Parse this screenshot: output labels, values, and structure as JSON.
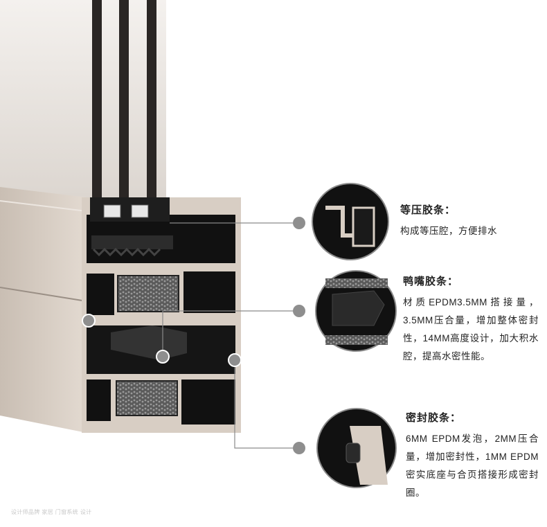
{
  "callouts": [
    {
      "title": "等压胶条：",
      "description": "构成等压腔，方便排水"
    },
    {
      "title": "鸭嘴胶条：",
      "description": "材质EPDM3.5MM搭接量，3.5MM压合量，增加整体密封性，14MM高度设计，加大积水腔，提高水密性能。"
    },
    {
      "title": "密封胶条：",
      "description": "6MM EPDM发泡，2MM压合量，增加密封性，1MM EPDM密实底座与合页搭接形成密封圈。"
    }
  ],
  "watermark": "设计师品牌 家居 门窗系统 设计",
  "colors": {
    "frame_face": "#d6ccc2",
    "frame_edge": "#b9ada2",
    "chamber": "#111111",
    "leader": "#8a8a8a",
    "dot": "#8e8e8e"
  }
}
